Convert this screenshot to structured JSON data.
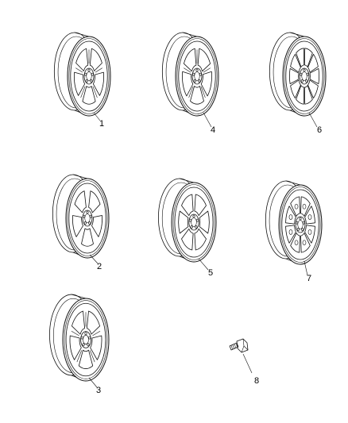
{
  "parts": [
    {
      "id": "wheel-1",
      "style": "split-5-spoke",
      "callout": "1"
    },
    {
      "id": "wheel-4",
      "style": "twin-5-spoke",
      "callout": "4"
    },
    {
      "id": "wheel-6",
      "style": "multi-spoke",
      "callout": "6"
    },
    {
      "id": "wheel-2",
      "style": "5-window",
      "callout": "2"
    },
    {
      "id": "wheel-5",
      "style": "6-spoke-slotted",
      "callout": "5"
    },
    {
      "id": "wheel-7",
      "style": "hex-pattern",
      "callout": "7"
    },
    {
      "id": "wheel-3",
      "style": "split-5-spoke-gloss",
      "callout": "3"
    },
    {
      "id": "lug-bolt",
      "style": "lug-nut",
      "callout": "8"
    }
  ]
}
